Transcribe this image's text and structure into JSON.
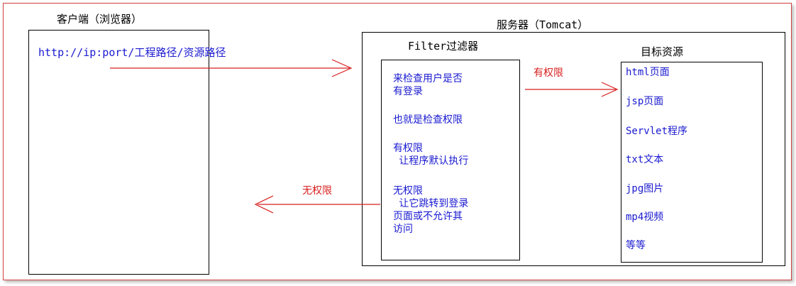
{
  "client": {
    "title": "客户端（浏览器）",
    "url": "http://ip:port/工程路径/资源路径"
  },
  "server": {
    "title": "服务器（Tomcat）",
    "filter": {
      "title": "Filter过滤器",
      "lines": [
        "来检查用户是否\n有登录",
        "也就是检查权限",
        "有权限\n 让程序默认执行",
        "无权限\n 让它跳转到登录\n页面或不允许其\n访问"
      ]
    },
    "resources": {
      "title": "目标资源",
      "items": [
        "html页面",
        "jsp页面",
        "Servlet程序",
        "txt文本",
        "jpg图片",
        "mp4视频",
        "等等"
      ]
    }
  },
  "edges": {
    "has_permission": "有权限",
    "no_permission": "无权限"
  },
  "colors": {
    "border": "#d04040",
    "text_blue": "#1a1ad0",
    "arrow_red": "#d81e1e"
  }
}
